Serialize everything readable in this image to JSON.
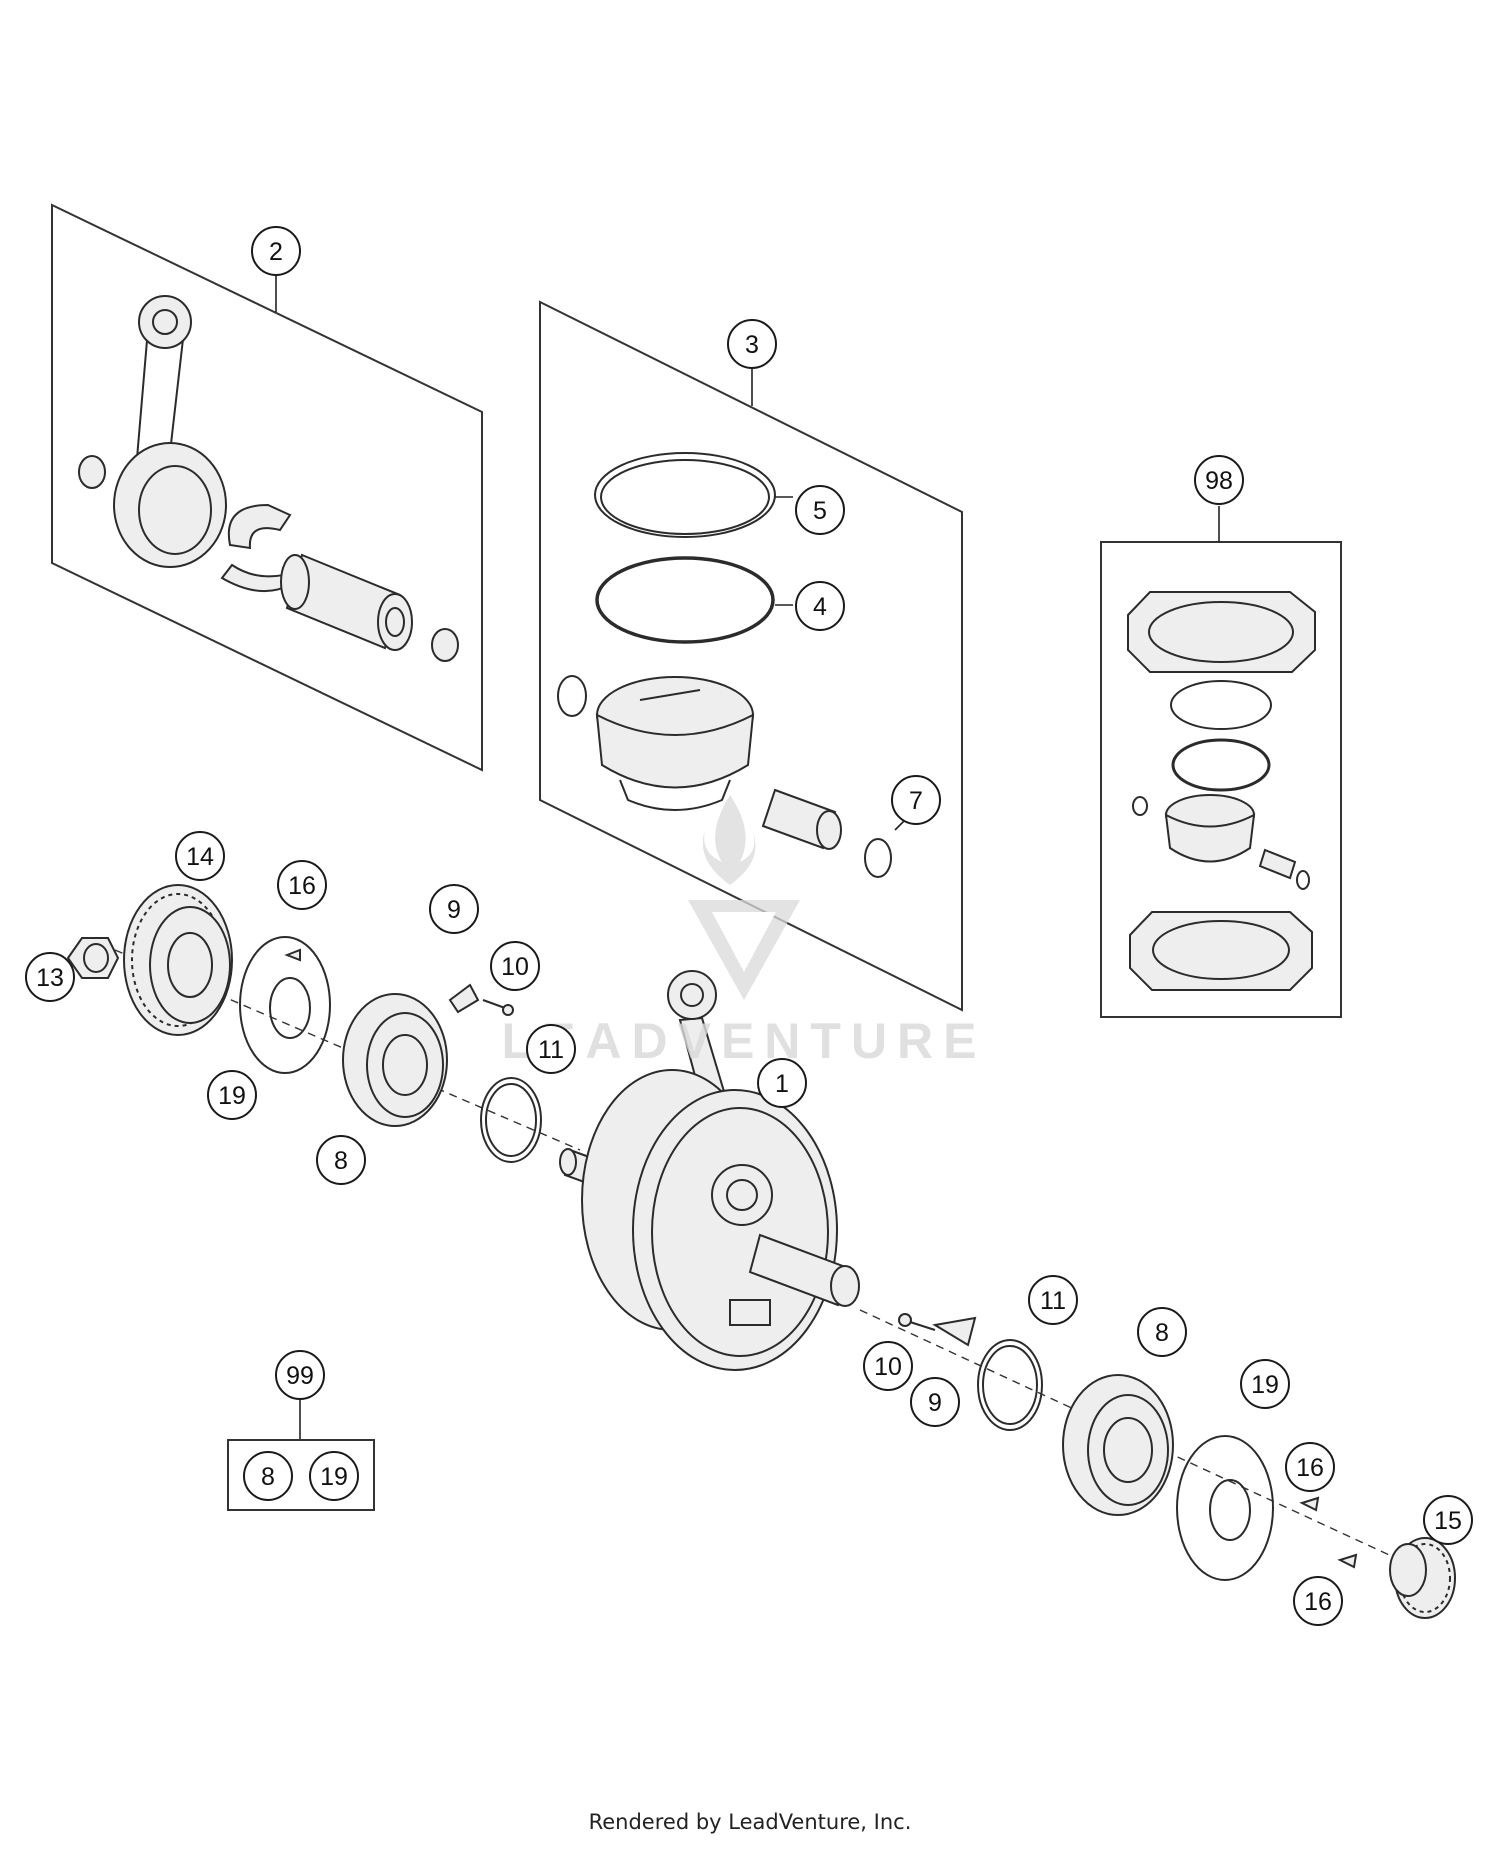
{
  "footer_text": "Rendered by LeadVenture, Inc.",
  "watermark_text": "LEADVENTURE",
  "watermark_brand": "LeadVenture",
  "callouts": [
    "2",
    "3",
    "5",
    "4",
    "7",
    "98",
    "14",
    "16",
    "13",
    "9",
    "10",
    "11",
    "1",
    "19",
    "8",
    "99",
    "8",
    "19",
    "11",
    "8",
    "10",
    "9",
    "19",
    "16",
    "15",
    "16"
  ],
  "colors": {
    "line": "#2b2b2b",
    "panel_border": "#333333",
    "watermark": "#d9d9d9",
    "background": "#ffffff"
  }
}
